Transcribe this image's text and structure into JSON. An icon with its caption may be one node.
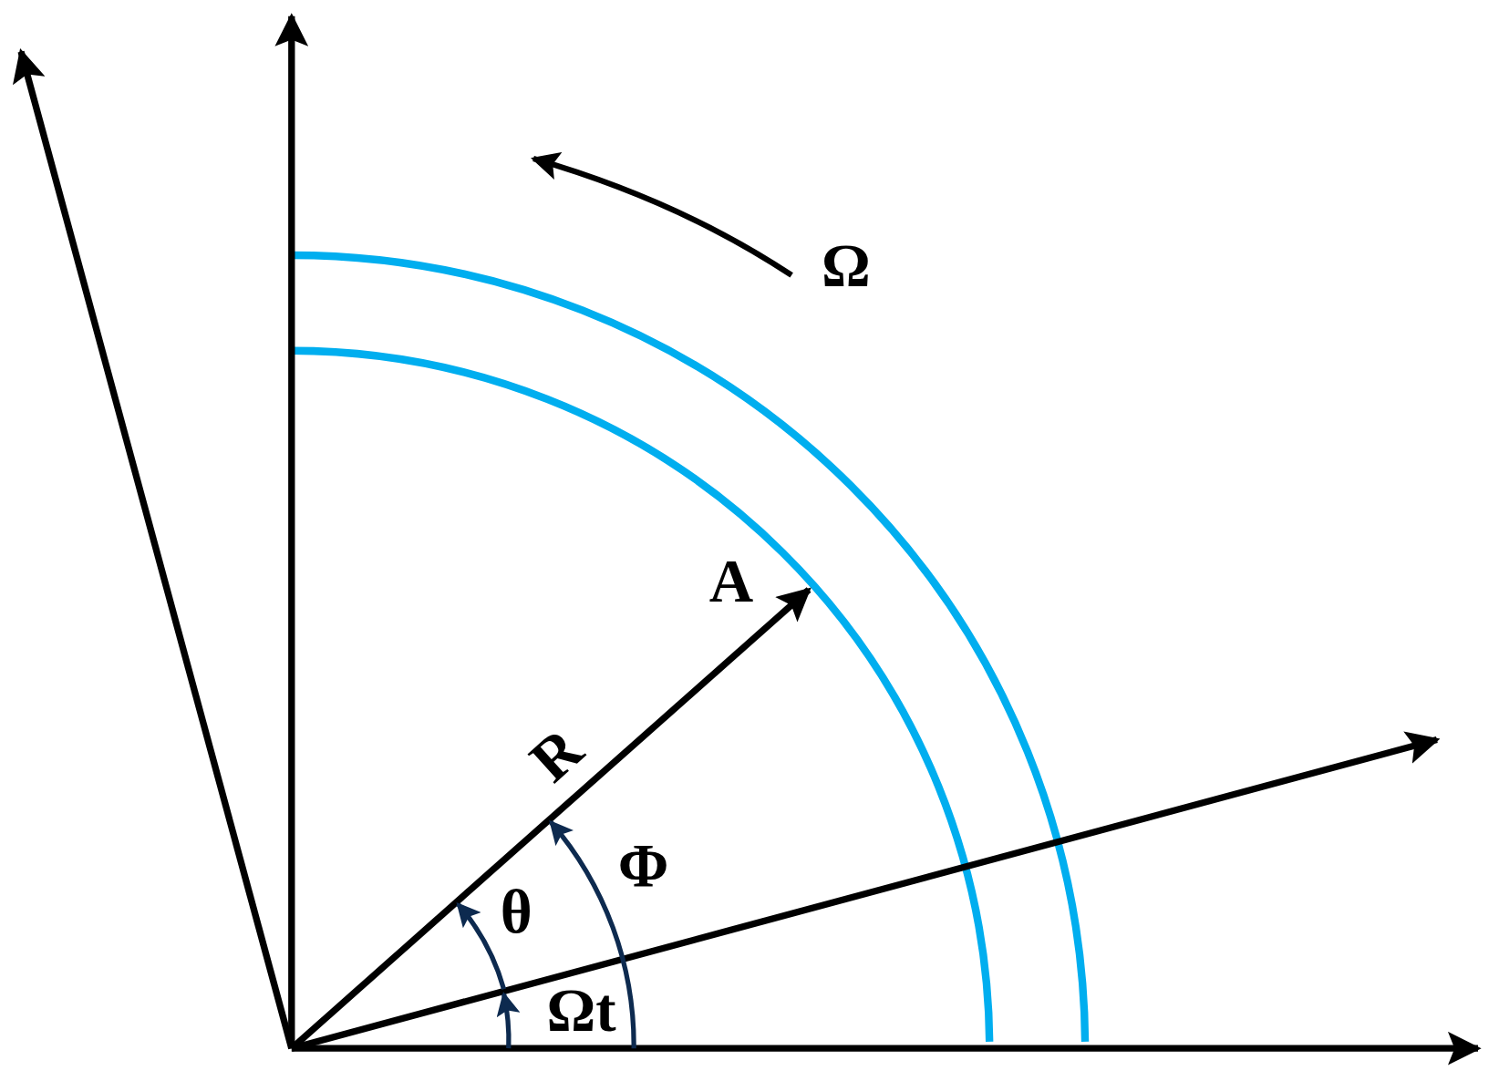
{
  "diagram": {
    "labels": [
      "Ω",
      "A",
      "R",
      "Φ",
      "θ",
      "Ωt"
    ]
  }
}
